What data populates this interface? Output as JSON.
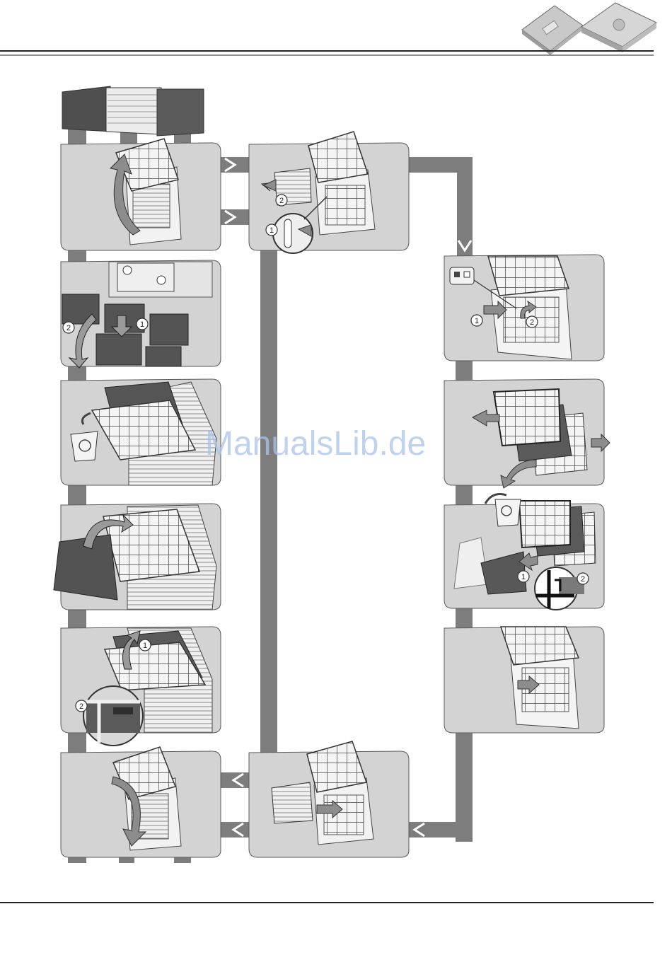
{
  "watermark": {
    "text": "ManualsLib.de"
  },
  "colors": {
    "panel": "#d3d3d3",
    "panel_stroke": "#5a5a5a",
    "conveyor": "#7d7d7d",
    "dark_filter": "#555555",
    "arrow": "#8c8c8c",
    "rule": "#222222"
  },
  "steps": [
    {
      "id": "left-1",
      "icon": "lift-panel-arrow-icon",
      "badges": []
    },
    {
      "id": "left-2",
      "icon": "release-latch-icon",
      "badges": [
        "1",
        "2"
      ]
    },
    {
      "id": "left-3",
      "icon": "discard-filter-icon",
      "badges": []
    },
    {
      "id": "left-4",
      "icon": "insert-filter-icon",
      "badges": []
    },
    {
      "id": "left-5",
      "icon": "hinge-filter-icon",
      "badges": [
        "1",
        "2"
      ]
    },
    {
      "id": "left-6",
      "icon": "close-panel-arrow-icon",
      "badges": []
    },
    {
      "id": "center-top",
      "icon": "remove-cartridge-icon",
      "badges": [
        "1",
        "2"
      ]
    },
    {
      "id": "center-bottom",
      "icon": "install-cartridge-icon",
      "badges": []
    },
    {
      "id": "right-1",
      "icon": "unlock-filter-icon",
      "badges": [
        "1",
        "2"
      ]
    },
    {
      "id": "right-2",
      "icon": "separate-filters-icon",
      "badges": []
    },
    {
      "id": "right-3",
      "icon": "replace-media-icon",
      "badges": [
        "1",
        "2"
      ]
    },
    {
      "id": "right-4",
      "icon": "reinsert-filter-icon",
      "badges": []
    }
  ]
}
